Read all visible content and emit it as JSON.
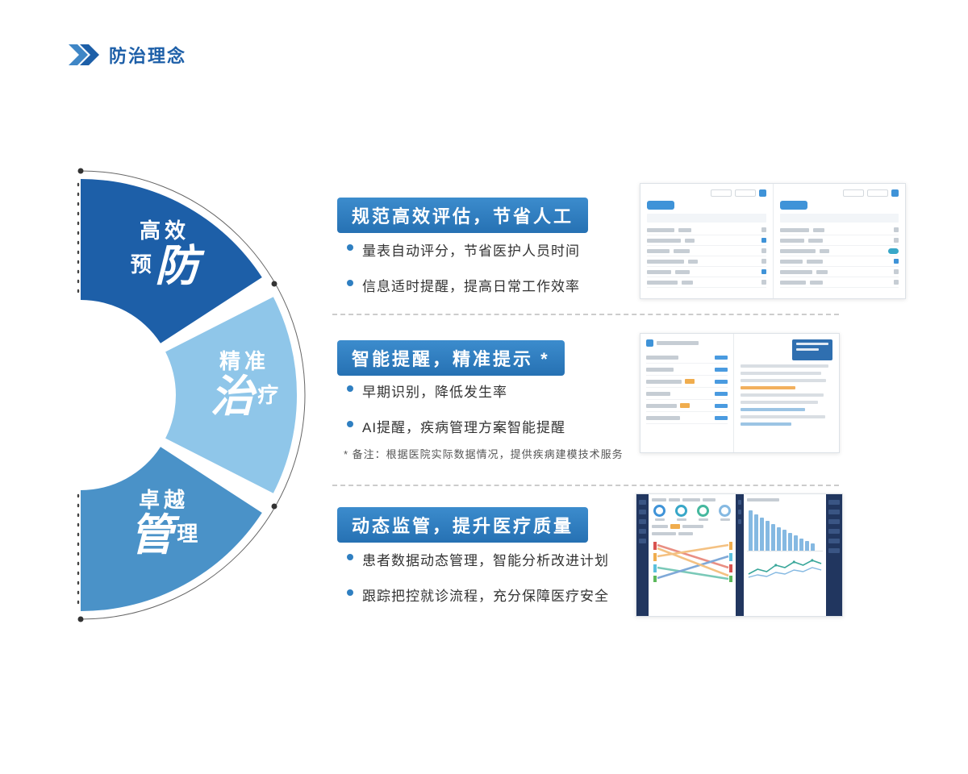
{
  "header": {
    "title": "防治理念"
  },
  "wheel": {
    "segments": [
      {
        "small": "高效",
        "mid": "预",
        "big": "防"
      },
      {
        "small": "精准",
        "big": "治",
        "mid": "疗"
      },
      {
        "small": "卓越",
        "big": "管",
        "mid": "理"
      }
    ]
  },
  "sections": [
    {
      "banner": "规范高效评估，节省人工",
      "bullets": [
        "量表自动评分，节省医护人员时间",
        "信息适时提醒，提高日常工作效率"
      ]
    },
    {
      "banner": "智能提醒，精准提示 *",
      "bullets": [
        "早期识别，降低发生率",
        "AI提醒，疾病管理方案智能提醒"
      ],
      "note": "* 备注：根据医院实际数据情况，提供疾病建模技术服务"
    },
    {
      "banner": "动态监管，提升医疗质量",
      "bullets": [
        "患者数据动态管理，智能分析改进计划",
        "跟踪把控就诊流程，充分保障医疗安全"
      ]
    }
  ],
  "colors": {
    "accent": "#2f7fc1",
    "banner_blue": "#2e7cbe",
    "segment_dark": "#1d5fa8",
    "segment_light": "#8fc6e9",
    "segment_mid": "#4a92c8"
  }
}
